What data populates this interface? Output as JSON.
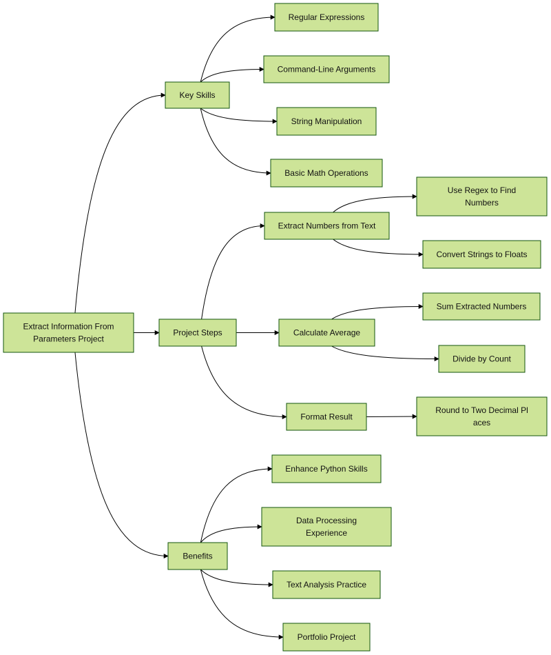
{
  "diagram": {
    "type": "mindmap",
    "nodes": {
      "root": "Extract Information From Parameters Project",
      "key_skills": "Key Skills",
      "regex": "Regular Expressions",
      "cli_args": "Command-Line Arguments",
      "string_manip": "String Manipulation",
      "basic_math": "Basic Math Operations",
      "project_steps": "Project Steps",
      "extract_numbers": "Extract Numbers from Text",
      "use_regex": "Use Regex to Find Numbers",
      "convert_floats": "Convert Strings to Floats",
      "calc_average": "Calculate Average",
      "sum_numbers": "Sum Extracted Numbers",
      "divide_count": "Divide by Count",
      "format_result": "Format Result",
      "round_two": "Round to Two Decimal Places",
      "benefits": "Benefits",
      "enhance_python": "Enhance Python Skills",
      "data_processing": "Data Processing Experience",
      "text_analysis": "Text Analysis Practice",
      "portfolio": "Portfolio Project"
    },
    "edges": [
      [
        "root",
        "key_skills"
      ],
      [
        "root",
        "project_steps"
      ],
      [
        "root",
        "benefits"
      ],
      [
        "key_skills",
        "regex"
      ],
      [
        "key_skills",
        "cli_args"
      ],
      [
        "key_skills",
        "string_manip"
      ],
      [
        "key_skills",
        "basic_math"
      ],
      [
        "project_steps",
        "extract_numbers"
      ],
      [
        "project_steps",
        "calc_average"
      ],
      [
        "project_steps",
        "format_result"
      ],
      [
        "extract_numbers",
        "use_regex"
      ],
      [
        "extract_numbers",
        "convert_floats"
      ],
      [
        "calc_average",
        "sum_numbers"
      ],
      [
        "calc_average",
        "divide_count"
      ],
      [
        "format_result",
        "round_two"
      ],
      [
        "benefits",
        "enhance_python"
      ],
      [
        "benefits",
        "data_processing"
      ],
      [
        "benefits",
        "text_analysis"
      ],
      [
        "benefits",
        "portfolio"
      ]
    ],
    "colors": {
      "node_fill": "#cde498",
      "node_stroke": "#13540c",
      "edge": "#000000"
    }
  }
}
